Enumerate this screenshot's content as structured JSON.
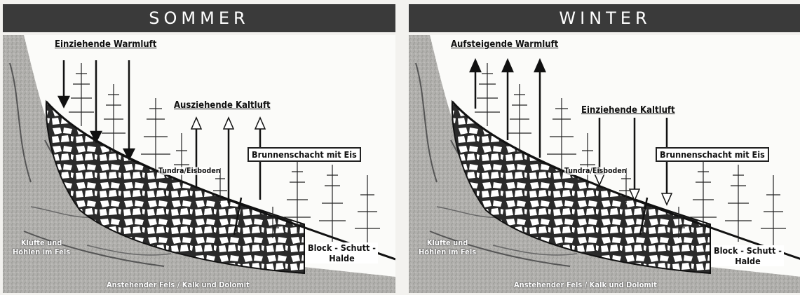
{
  "panels": [
    {
      "title": "SOMMER",
      "warmluft": "Einziehende Warmluft",
      "kaltluft": "Ausziehende Kaltluft",
      "brunnen": "Brunnenschacht mit Eis",
      "tundra": "Tundra/Eisboden",
      "halde_1": "Block - Schutt -",
      "halde_2": "Halde",
      "rock_1": "Klüfte und",
      "rock_2": "Höhlen im Fels",
      "bottom": "Anstehender Fels / Kalk und Dolomit"
    },
    {
      "title": "WINTER",
      "warmluft": "Aufsteigende Warmluft",
      "kaltluft": "Einziehende Kaltluft",
      "brunnen": "Brunnenschacht mit Eis",
      "tundra": "Tundra/Eisboden",
      "halde_1": "Block - Schutt -",
      "halde_2": "Halde",
      "rock_1": "Klüfte und",
      "rock_2": "Höhlen im Fels",
      "bottom": "Anstehender Fels / Kalk und Dolomit"
    }
  ],
  "colors": {
    "header": "#3a3a3a",
    "rock": "#a9a9a6",
    "ink": "#111111"
  }
}
